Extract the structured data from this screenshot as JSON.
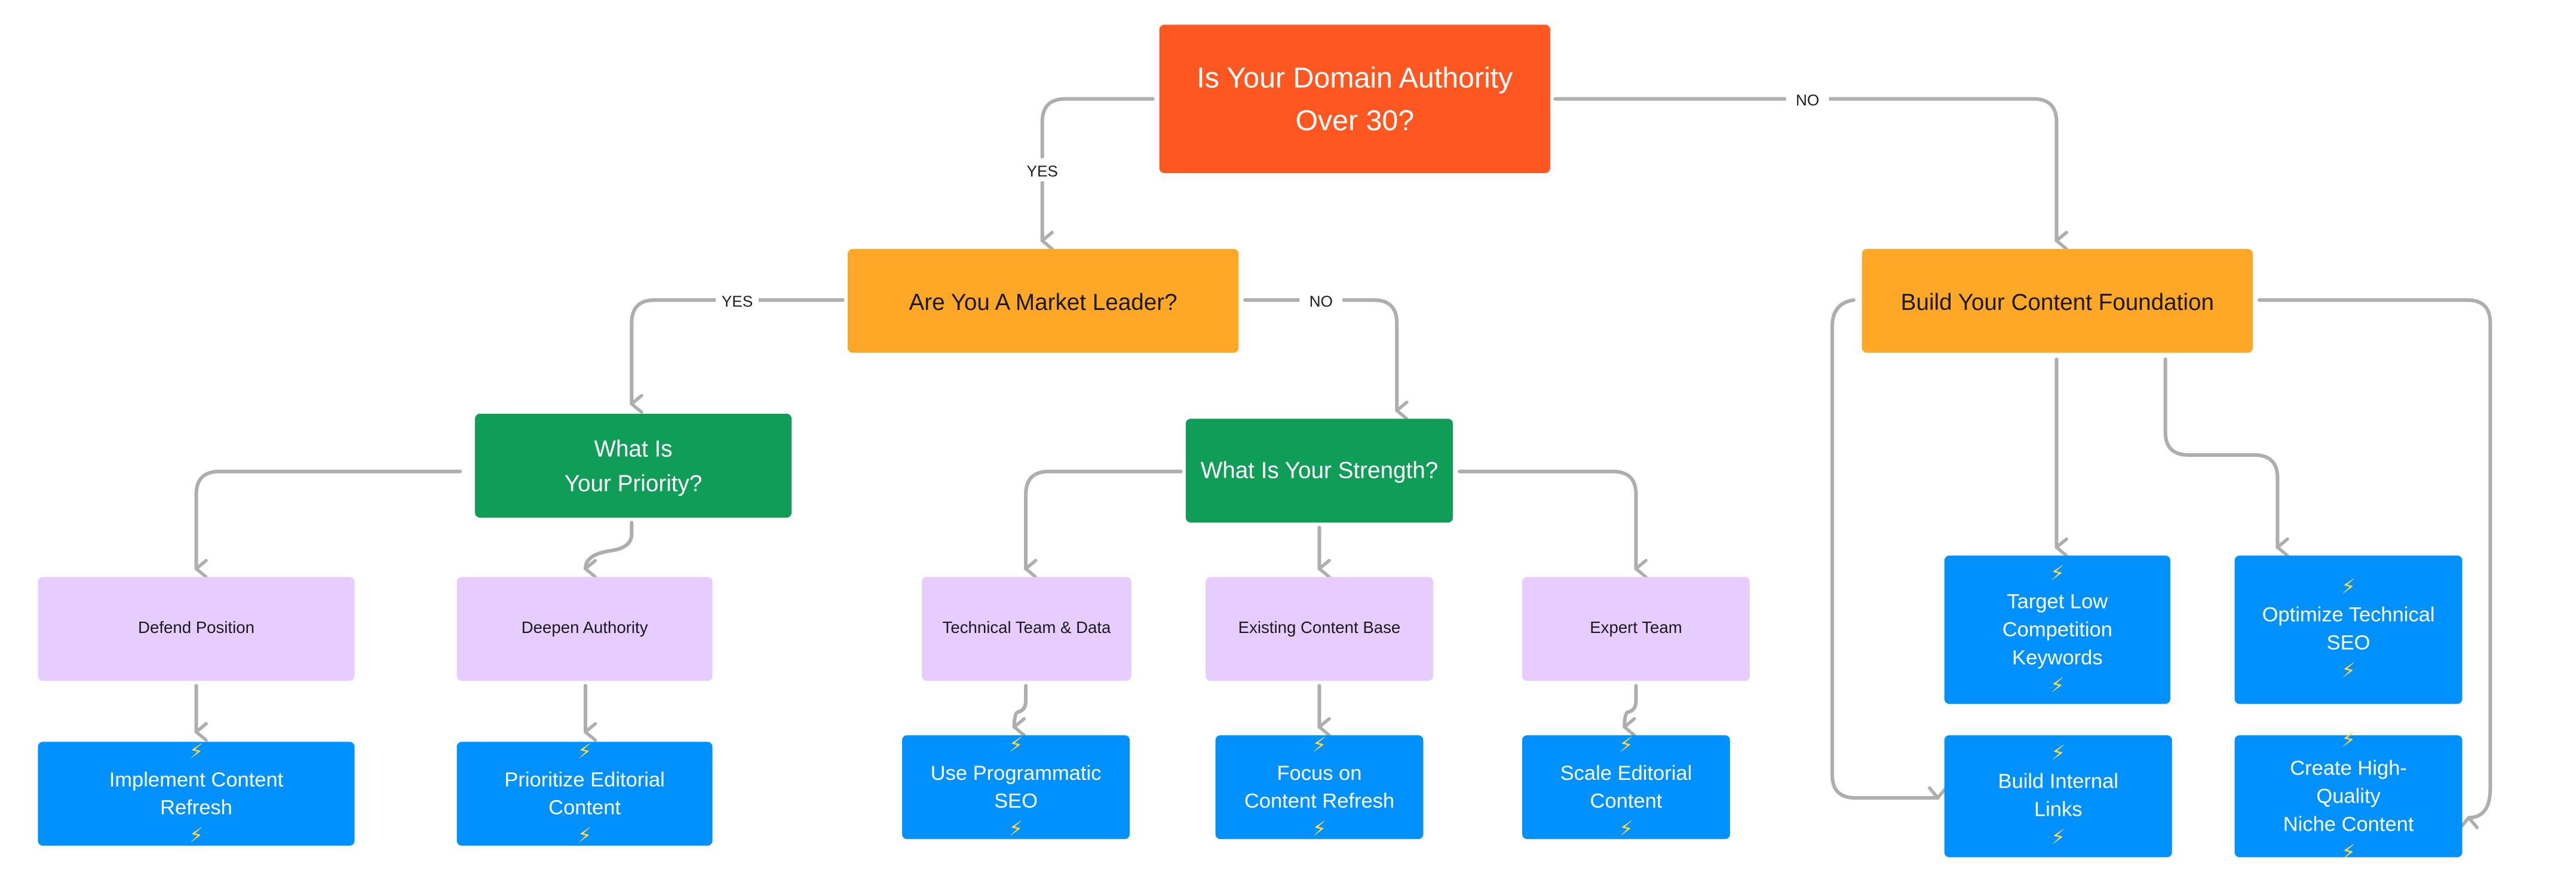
{
  "colors": {
    "root": "#ff5722",
    "decision": "#ffa726",
    "question": "#0f9d58",
    "category": "#e6ccff",
    "action": "#0091ff",
    "connector": "#aeaeae"
  },
  "icons": {
    "action_icon": "lightning-bolt-icon",
    "glyph": "⚡"
  },
  "edge_labels": {
    "yes": "YES",
    "no": "NO"
  },
  "nodes": {
    "root": {
      "line1": "Is Your Domain Authority",
      "line2": "Over 30?"
    },
    "market_leader": {
      "text": "Are You A Market Leader?"
    },
    "content_foundation": {
      "text": "Build Your Content Foundation"
    },
    "priority": {
      "line1": "What Is",
      "line2": "Your Priority?"
    },
    "strength": {
      "text": "What Is Your Strength?"
    },
    "defend": {
      "text": "Defend Position"
    },
    "deepen": {
      "text": "Deepen Authority"
    },
    "technical": {
      "text": "Technical Team & Data"
    },
    "existing": {
      "text": "Existing Content Base"
    },
    "expert": {
      "text": "Expert Team"
    },
    "implement_refresh": {
      "line1": "Implement Content",
      "line2": "Refresh"
    },
    "prioritize_editorial": {
      "line1": "Prioritize Editorial",
      "line2": "Content"
    },
    "programmatic": {
      "line1": "Use Programmatic",
      "line2": "SEO"
    },
    "focus_refresh": {
      "line1": "Focus on",
      "line2": "Content Refresh"
    },
    "scale_editorial": {
      "line1": "Scale Editorial",
      "line2": "Content"
    },
    "low_competition": {
      "line1": "Target Low",
      "line2": "Competition",
      "line3": "Keywords"
    },
    "technical_seo": {
      "line1": "Optimize Technical",
      "line2": "SEO"
    },
    "internal_links": {
      "line1": "Build Internal",
      "line2": "Links"
    },
    "niche_content": {
      "line1": "Create High-",
      "line2": "Quality",
      "line3": "Niche Content"
    }
  }
}
